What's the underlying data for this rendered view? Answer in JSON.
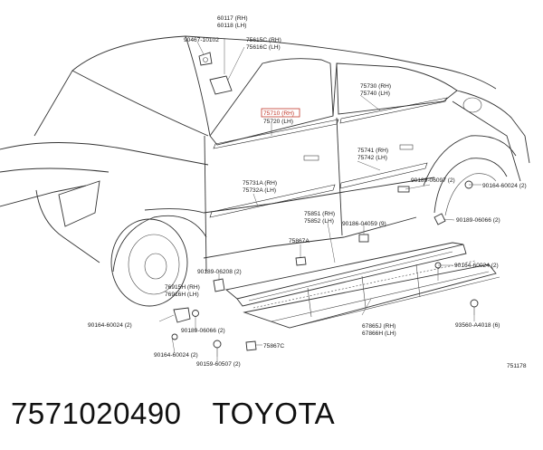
{
  "diagram": {
    "labels": {
      "p60117_60118": [
        "60117 (RH)",
        "60118 (LH)"
      ],
      "p90467_10102": "90467-10102",
      "p75615C_75616C": [
        "75615C (RH)",
        "75616C (LH)"
      ],
      "p75710_75720": [
        "75710 (RH)",
        "75720 (LH)"
      ],
      "p75730_75740": [
        "75730 (RH)",
        "75740 (LH)"
      ],
      "p75741_75742": [
        "75741 (RH)",
        "75742 (LH)"
      ],
      "p90189_06097": "90189-06097 (2)",
      "p90164_60024_a": "90164-60024 (2)",
      "p75731A_75732A": [
        "75731A (RH)",
        "75732A (LH)"
      ],
      "p90189_06066_a": "90189-06066 (2)",
      "p75851_75852": [
        "75851 (RH)",
        "75852 (LH)"
      ],
      "p90186_04059": "90186-04059 (9)",
      "p75867A": "75867A",
      "p90164_60024_b": "90164-60024 (2)",
      "p90189_06208": "90189-06208 (2)",
      "p76915H_76916H": [
        "76915H (RH)",
        "76916H (LH)"
      ],
      "p90164_60024_c": "90164-60024 (2)",
      "p90189_06066_b": "90189-06066 (2)",
      "p67865J_67866H": [
        "67865J (RH)",
        "67866H (LH)"
      ],
      "p93560_A4018": "93560-A4018 (6)",
      "p90164_60024_d": "90164-60024 (2)",
      "p75867C": "75867C",
      "p90159_60507": "90159-60507 (2)",
      "diagram_id": "751178"
    },
    "colors": {
      "highlight": "#c0392b",
      "line": "#333333"
    }
  },
  "caption": {
    "part_number": "7571020490",
    "brand": "TOYOTA"
  }
}
